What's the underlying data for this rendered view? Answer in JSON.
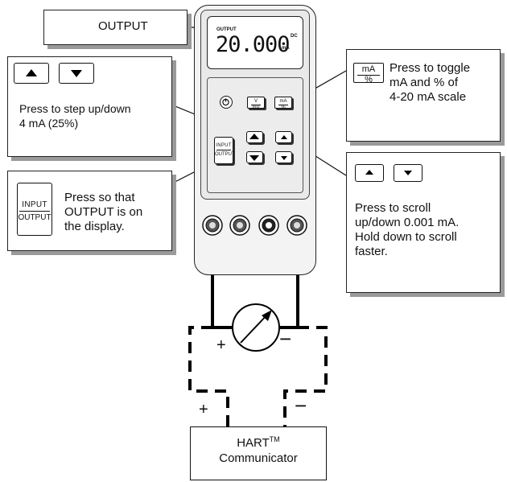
{
  "output_callout": {
    "label": "OUTPUT"
  },
  "step_callout": {
    "text": "Press to step up/down\n4 mA (25%)"
  },
  "io_callout": {
    "key_top": "INPUT",
    "key_bottom": "OUTPUT",
    "text": "Press so that\nOUTPUT is on\nthe display."
  },
  "toggle_callout": {
    "key_numerator": "mA",
    "key_denominator": "%",
    "text": "Press to toggle\nmA and % of\n4-20 mA scale"
  },
  "scroll_callout": {
    "text": "Press to scroll\nup/down 0.001 mA.\nHold down to scroll\nfaster."
  },
  "display": {
    "mode": "OUTPUT",
    "value": "20.000",
    "unit": "mA",
    "suffix": "DC"
  },
  "device_keys": {
    "voltage_numerator": "V",
    "voltage_denominator": "mV",
    "ma_numerator": "mA",
    "ma_denominator": "%",
    "io_top": "INPUT",
    "io_bottom": "OUTPUT"
  },
  "polarity": {
    "plus": "+",
    "minus": "−"
  },
  "communicator": {
    "name": "HART",
    "trademark": "TM",
    "label": "Communicator"
  }
}
